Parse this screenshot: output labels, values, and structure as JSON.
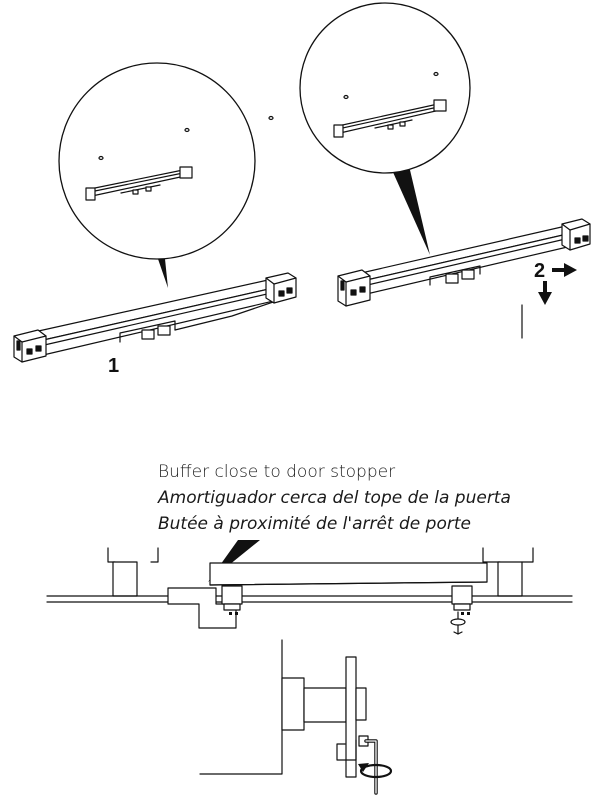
{
  "steps": {
    "step1": "1",
    "step2": "2"
  },
  "caption": {
    "en": "Buffer close to door stopper",
    "es": "Amortiguador cerca del tope de la puerta",
    "fr": "Butée à proximité de l'arrêt de porte"
  },
  "icons": {
    "slide": "arrow-right-icon",
    "drop": "arrow-down-icon",
    "tool": "hex-key-icon",
    "rotate": "rotate-icon"
  },
  "colors": {
    "line": "#111111",
    "fill": "#ffffff"
  }
}
